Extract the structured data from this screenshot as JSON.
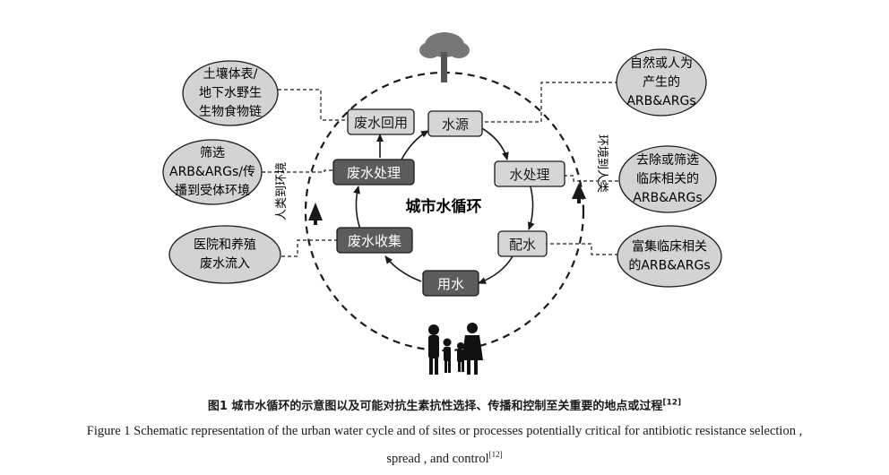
{
  "diagram": {
    "center_title": "城市水循环",
    "cycle_nodes": [
      {
        "id": "water_source",
        "label": "水源",
        "style": "light"
      },
      {
        "id": "water_treatment",
        "label": "水处理",
        "style": "light"
      },
      {
        "id": "distribution",
        "label": "配水",
        "style": "light"
      },
      {
        "id": "water_use",
        "label": "用水",
        "style": "dark"
      },
      {
        "id": "wastewater_collection",
        "label": "废水收集",
        "style": "dark"
      },
      {
        "id": "wastewater_treatment",
        "label": "废水处理",
        "style": "dark"
      },
      {
        "id": "wastewater_reuse",
        "label": "废水回用",
        "style": "light"
      }
    ],
    "side_bubbles": [
      {
        "id": "soil_wildlife",
        "lines": [
          "土壤体表/",
          "地下水野生",
          "生物食物链"
        ]
      },
      {
        "id": "screening_spread",
        "lines": [
          "筛选",
          "ARB&ARGs/传",
          "播到受体环境"
        ]
      },
      {
        "id": "hospital_inflow",
        "lines": [
          "医院和养殖",
          "废水流入"
        ]
      },
      {
        "id": "natural_human",
        "lines": [
          "自然或人为",
          "产生的",
          "ARB&ARGs"
        ]
      },
      {
        "id": "remove_screen",
        "lines": [
          "去除或筛选",
          "临床相关的",
          "ARB&ARGs"
        ]
      },
      {
        "id": "enrich_clinical",
        "lines": [
          "富集临床相关",
          "的ARB&ARGs"
        ]
      }
    ],
    "arc_labels": {
      "left": "人类到环境",
      "right": "环境到人类"
    },
    "colors": {
      "light_box": "#d6d6d6",
      "dark_box": "#5c5c5c",
      "bubble_fill": "#d3d3d3",
      "stroke": "#1a1a1a"
    }
  },
  "caption": {
    "cn": "图1  城市水循环的示意图以及可能对抗生素抗性选择、传播和控制至关重要的地点或过程",
    "cn_ref": "[12]",
    "en_line1": "Figure 1  Schematic representation of the urban water cycle and of sites or processes potentially critical for antibiotic resistance selection ,",
    "en_line2": "spread , and control",
    "en_ref": "[12]"
  }
}
